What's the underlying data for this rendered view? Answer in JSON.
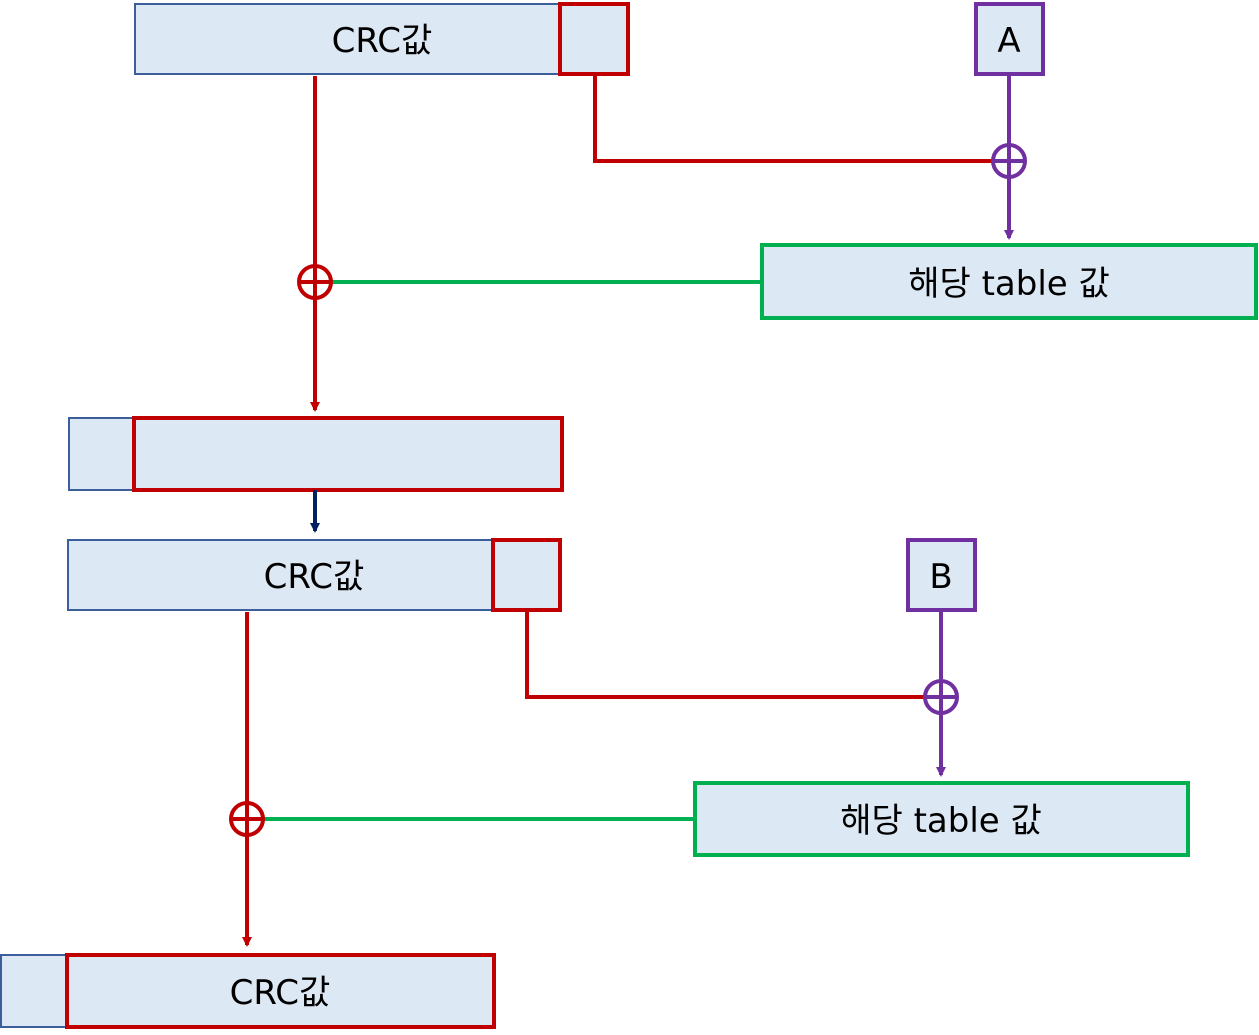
{
  "colors": {
    "box_fill": "#dde8f5",
    "box_border_blue": "#3c5f9c",
    "red": "#c00000",
    "purple": "#7030a0",
    "green": "#00b050",
    "navy": "#002060"
  },
  "stage1": {
    "crc_label": "CRC값",
    "input_label": "A",
    "table_label": "해당 table 값"
  },
  "stage2": {
    "crc_label": "CRC값",
    "input_label": "B",
    "table_label": "해당 table 값"
  },
  "result": {
    "crc_label": "CRC값"
  },
  "icons": [
    "xor-icon"
  ]
}
